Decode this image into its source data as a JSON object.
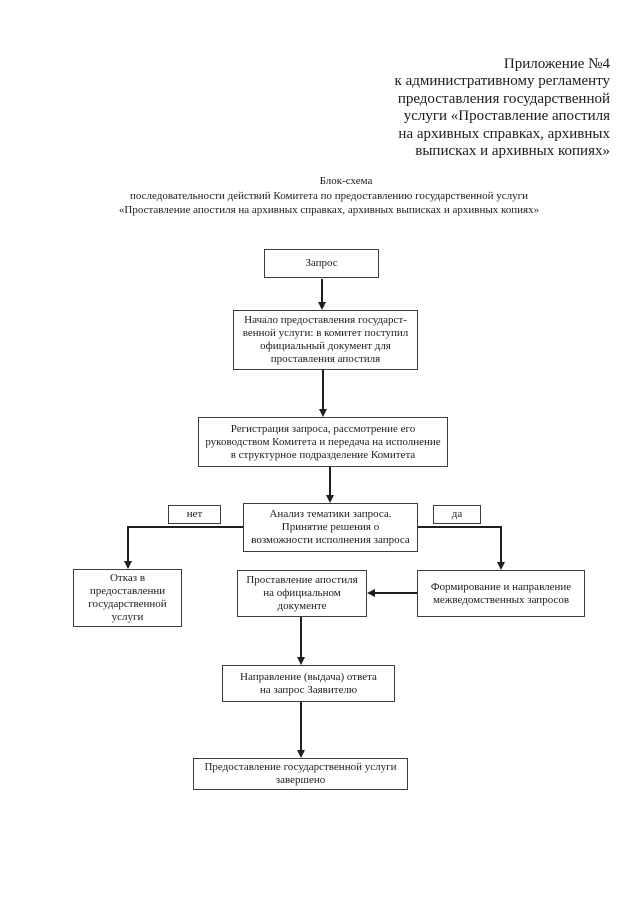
{
  "colors": {
    "page_bg": "#ffffff",
    "text": "#1c1c1c",
    "box_border": "#3d3d3d",
    "connector": "#1f1f1f"
  },
  "header": {
    "lines": [
      "Приложение №4",
      "к административному регламенту",
      "предоставления государственной",
      "услуги «Проставление апостиля",
      "на архивных справках, архивных",
      "выписках и архивных копиях»"
    ]
  },
  "title": {
    "lines": [
      "Блок-схема",
      "последовательности действий Комитета по предоставлению государственной услуги",
      "«Проставление апостиля на архивных справках, архивных выписках и архивных копиях»"
    ]
  },
  "flowchart": {
    "nodes": {
      "request": {
        "lines": [
          "Запрос"
        ]
      },
      "start": {
        "lines": [
          "Начало предоставления государст-",
          "венной услуги: в комитет поступил",
          "официальный документ для",
          "проставления апостиля"
        ]
      },
      "registration": {
        "lines": [
          "Регистрация запроса, рассмотрение его",
          "руководством Комитета и передача на исполнение",
          "в структурное подразделение Комитета"
        ]
      },
      "analysis": {
        "lines": [
          "Анализ тематики запроса.",
          "Принятие решения о",
          "возможности исполнения запроса"
        ]
      },
      "refusal": {
        "lines": [
          "Отказ в",
          "предоставленни",
          "государственной",
          "услуги"
        ]
      },
      "apostille": {
        "lines": [
          "Проставление апостиля",
          "на официальном",
          "документе"
        ]
      },
      "interagency": {
        "lines": [
          "Формирование и направление",
          "межведомственных запросов"
        ]
      },
      "response": {
        "lines": [
          "Направление (выдача) ответа",
          "на запрос Заявителю"
        ]
      },
      "completed": {
        "lines": [
          "Предоставление государственной услуги",
          "завершено"
        ]
      }
    },
    "branch_labels": {
      "no": "нет",
      "yes": "да"
    }
  }
}
